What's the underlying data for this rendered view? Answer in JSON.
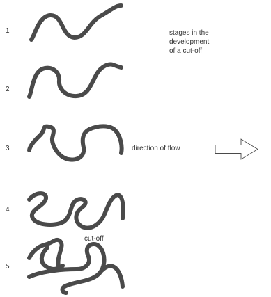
{
  "diagram": {
    "stages": [
      {
        "number": "1"
      },
      {
        "number": "2"
      },
      {
        "number": "3"
      },
      {
        "number": "4"
      },
      {
        "number": "5"
      }
    ],
    "caption": "stages in the\ndevelopment\nof a cut-off",
    "flow_label": "direction of flow",
    "cutoff_label": "cut-off",
    "river_color": "#4a4a4a"
  }
}
